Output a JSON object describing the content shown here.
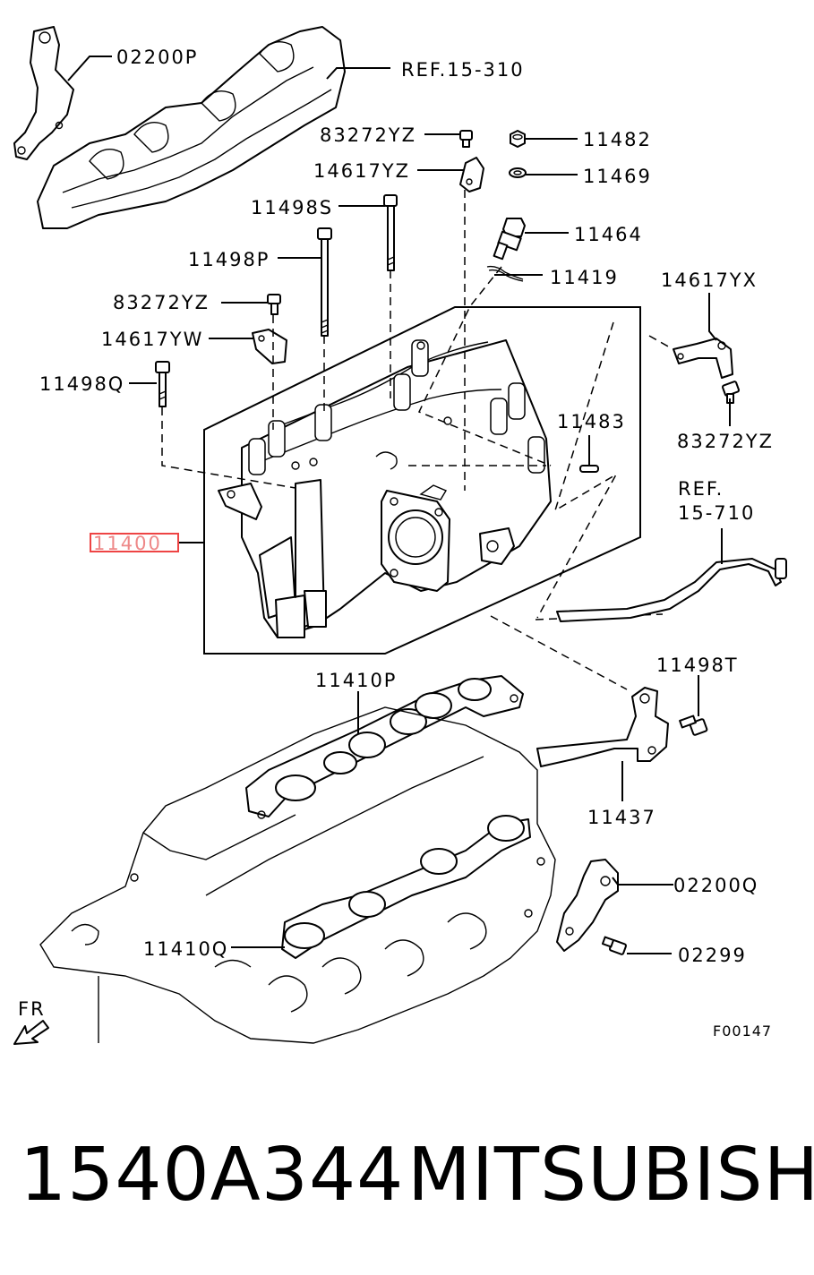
{
  "callouts": {
    "c02200P": "02200P",
    "ref15_310": "REF.15-310",
    "c83272YZ_top": "83272YZ",
    "c11482": "11482",
    "c14617YZ": "14617YZ",
    "c11469": "11469",
    "c11498S": "11498S",
    "c11464": "11464",
    "c11498P": "11498P",
    "c11419": "11419",
    "c14617YX": "14617YX",
    "c83272YZ_mid": "83272YZ",
    "c14617YW": "14617YW",
    "c11498Q": "11498Q",
    "c11483": "11483",
    "c83272YZ_right": "83272YZ",
    "ref15_710_a": "REF.",
    "ref15_710_b": "15-710",
    "c11400": "11400",
    "c11410P": "11410P",
    "c11498T": "11498T",
    "c11437": "11437",
    "c02200Q": "02200Q",
    "c11410Q": "11410Q",
    "c02299": "02299"
  },
  "fr_label": "FR",
  "figure_code": "F00147",
  "footer": {
    "part_number": "1540A344",
    "brand": "MITSUBISHI"
  },
  "colors": {
    "highlight": "#ee4444",
    "line": "#000000"
  }
}
